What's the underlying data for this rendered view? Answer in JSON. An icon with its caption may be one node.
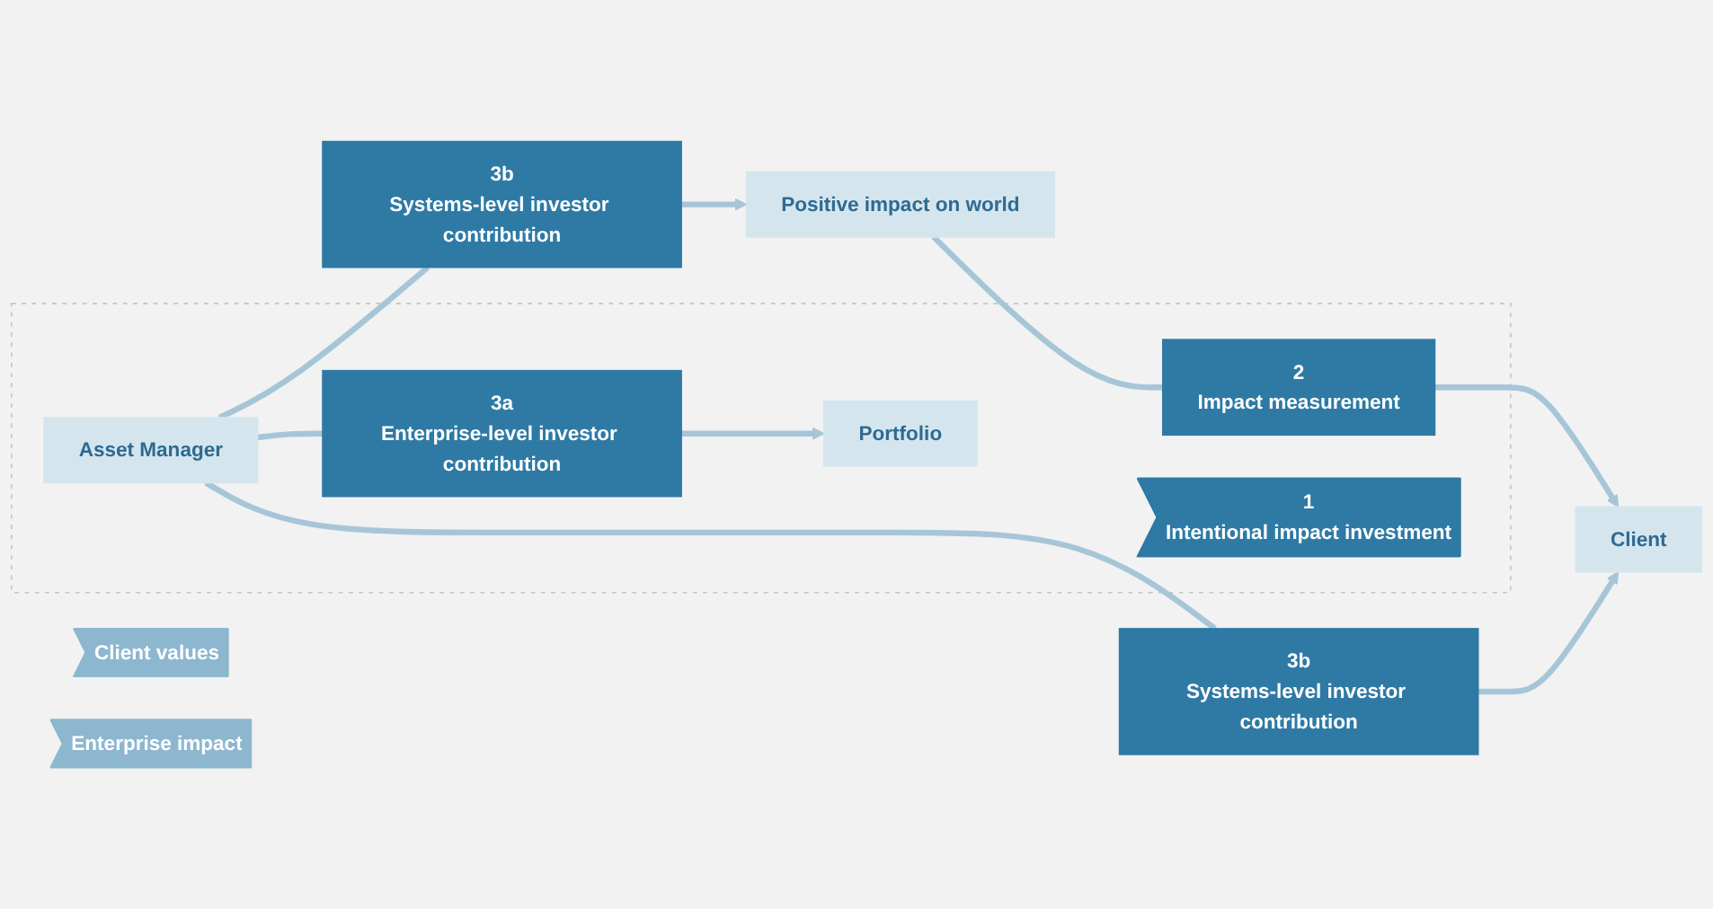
{
  "diagram": {
    "nodes": [
      {
        "text": [],
        "shape": "box"
      },
      {
        "text": [
          "2",
          "Impact measurement"
        ],
        "in": 0
      },
      {
        "text": [
          "Client"
        ]
      },
      {
        "text": [
          "Client values"
        ]
      },
      {
        "text": [
          "Asset Manager"
        ],
        "in": 0
      },
      {
        "text": [
          "1",
          "Intentional impact investment"
        ],
        "in": 0
      },
      {
        "text": [
          "Portfolio"
        ],
        "in": 0
      },
      {
        "text": [
          "Enterprise impact"
        ]
      },
      {
        "text": [
          "Positive impact on world"
        ]
      },
      {
        "text": [
          "3b",
          "Systems-level investor contribution"
        ]
      },
      {
        "text": [
          "3a",
          "Enterprise-level investor contribution"
        ],
        "in": 0
      },
      {
        "text": [
          "3b",
          "Systems-level investor contribution"
        ]
      }
    ],
    "edges": [
      {
        "from": 8,
        "to": 1,
        "arrow": "none"
      },
      {
        "from": 1,
        "to": 2,
        "arrow": "to"
      },
      {
        "from": 4,
        "to": 9,
        "arrow": "none"
      },
      {
        "from": 9,
        "to": 2,
        "arrow": "to"
      },
      {
        "from": 4,
        "to": 10,
        "arrow": "none"
      },
      {
        "from": 10,
        "to": 6,
        "arrow": "to"
      },
      {
        "from": 4,
        "to": 11,
        "arrow": "none"
      },
      {
        "from": 11,
        "to": 8,
        "arrow": "to"
      }
    ]
  }
}
